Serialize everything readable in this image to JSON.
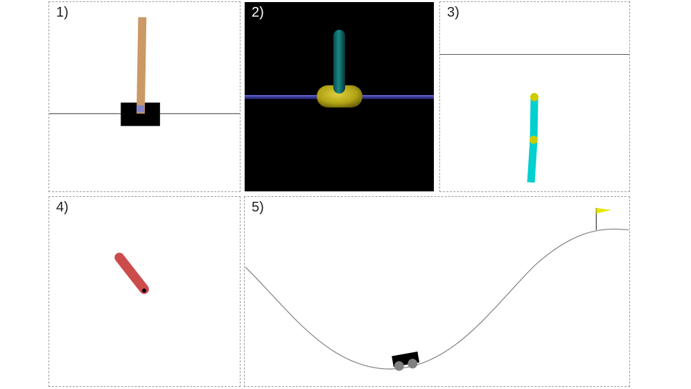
{
  "panels": [
    {
      "label": "1)",
      "scene": "cartpole"
    },
    {
      "label": "2)",
      "scene": "inverted-pendulum-3d"
    },
    {
      "label": "3)",
      "scene": "acrobot"
    },
    {
      "label": "4)",
      "scene": "pendulum"
    },
    {
      "label": "5)",
      "scene": "mountain-car"
    }
  ],
  "colors": {
    "cart": "#000000",
    "cartpole_pole": "#ca9965",
    "cartpole_axle": "#8184c9",
    "pendulum3d_pole": "#0f6b6b",
    "pendulum3d_cart": "#b0a214",
    "pendulum3d_rail": "#3a3a9c",
    "acrobot_links": "#00d0d0",
    "acrobot_joints": "#cccc00",
    "pendulum_rod": "#cc4c4c",
    "track": "#888888",
    "flag": "#e6e600"
  }
}
